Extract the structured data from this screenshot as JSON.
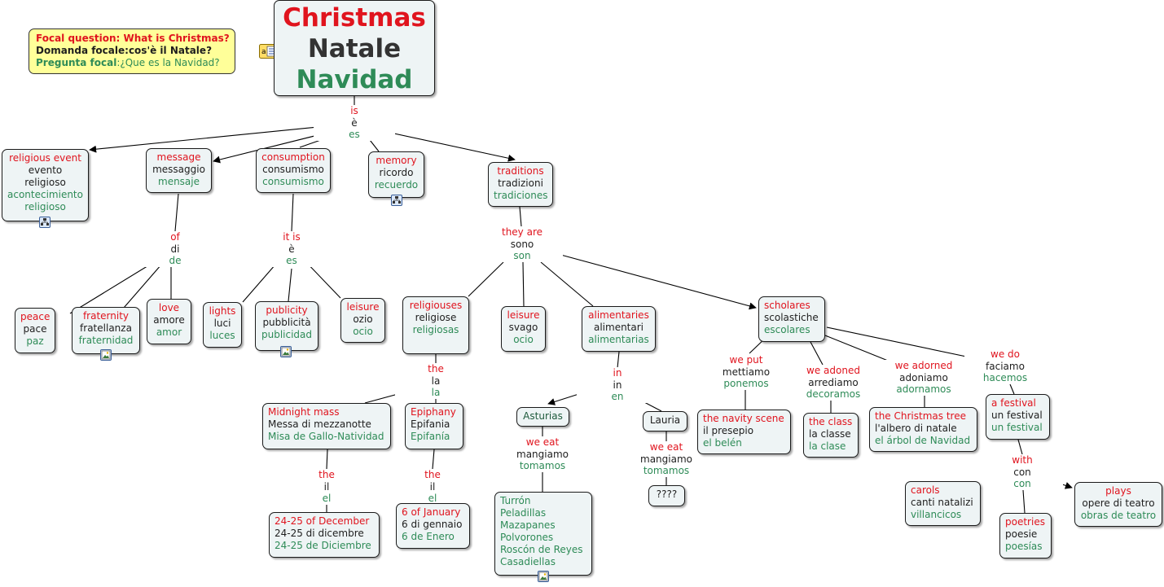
{
  "focal": {
    "en_label": "Focal question: What is Christmas?",
    "it_label": "Domanda focale:cos'è il  Natale?",
    "es_label": "Pregunta focal",
    "es_text": ":¿Que es la Navidad?"
  },
  "title": {
    "en": "Christmas",
    "it": "Natale",
    "es": "Navidad"
  },
  "nodes": {
    "religious_event": {
      "en": "religious event",
      "it1": "evento",
      "it2": "religioso",
      "es1": "acontecimiento",
      "es2": "religioso"
    },
    "message": {
      "en": "message",
      "it": "messaggio",
      "es": "mensaje"
    },
    "consumption": {
      "en": "consumption",
      "it": "consumismo",
      "es": "consumismo"
    },
    "memory": {
      "en": "memory",
      "it": "ricordo",
      "es": "recuerdo"
    },
    "traditions": {
      "en": "traditions",
      "it": "tradizioni",
      "es": "tradiciones"
    },
    "peace": {
      "en": "peace",
      "it": "pace",
      "es": "paz"
    },
    "fraternity": {
      "en": "fraternity",
      "it": "fratellanza",
      "es": "fraternidad"
    },
    "love": {
      "en": "love",
      "it": "amore",
      "es": "amor"
    },
    "lights": {
      "en": "lights",
      "it": "luci",
      "es": "luces"
    },
    "publicity": {
      "en": "publicity",
      "it": "pubblicità",
      "es": "publicidad"
    },
    "leisure1": {
      "en": "leisure",
      "it": "ozio",
      "es": "ocio"
    },
    "religiouses": {
      "en": "religiouses",
      "it": "religiose",
      "es": "religiosas"
    },
    "leisure2": {
      "en": "leisure",
      "it": "svago",
      "es": "ocio"
    },
    "alimentaries": {
      "en": "alimentaries",
      "it": "alimentari",
      "es": "alimentarias"
    },
    "scholares": {
      "en": "scholares",
      "it": "scolastiche",
      "es": "escolares"
    },
    "midnight_mass": {
      "en": "Midnight mass",
      "it": "Messa di mezzanotte",
      "es": "Misa de Gallo-Natividad"
    },
    "epiphany": {
      "en": "Epiphany",
      "it": "Epifania",
      "es": "Epifanía"
    },
    "dec": {
      "en": "24-25 of December",
      "it": "24-25 di dicembre",
      "es": "24-25 de Diciembre"
    },
    "jan": {
      "en": "6 of January",
      "it": "6 di gennaio",
      "es": "6 de Enero"
    },
    "asturias": {
      "it": "Asturias"
    },
    "lauria": {
      "it": "Lauria"
    },
    "foods": {
      "items": [
        "Turrón",
        "Peladillas",
        "Mazapanes",
        "Polvorones",
        "Roscón de Reyes",
        "Casadiellas"
      ]
    },
    "unknown": {
      "it": "????"
    },
    "navity_scene": {
      "en": "the navity scene",
      "it": "il presepio",
      "es": "el belén"
    },
    "the_class": {
      "en": "the class",
      "it": "la classe",
      "es": "la clase"
    },
    "christmas_tree": {
      "en": "the Christmas tree",
      "it": "l'albero di natale",
      "es": "el árbol de Navidad"
    },
    "festival": {
      "en": "a festival",
      "it": "un festival",
      "es": "un festival"
    },
    "carols": {
      "en": "carols",
      "it": "canti natalizi",
      "es": "villancicos"
    },
    "poetries": {
      "en": "poetries",
      "it": "poesie",
      "es": "poesías"
    },
    "plays": {
      "en": "plays",
      "it": "opere di teatro",
      "es": "obras de teatro"
    }
  },
  "links": {
    "is": {
      "en": "is",
      "it": "è",
      "es": "es"
    },
    "of": {
      "en": "of",
      "it": "di",
      "es": "de"
    },
    "it_is": {
      "en": "it is",
      "it": "è",
      "es": "es"
    },
    "they_are": {
      "en": "they are",
      "it": "sono",
      "es": "son"
    },
    "the1": {
      "en": "the",
      "it": "la",
      "es": "la"
    },
    "the2": {
      "en": "the",
      "it": "il",
      "es": "el"
    },
    "the3": {
      "en": "the",
      "it": "il",
      "es": "el"
    },
    "in": {
      "en": "in",
      "it": "in",
      "es": "en"
    },
    "we_eat1": {
      "en": "we eat",
      "it": "mangiamo",
      "es": "tomamos"
    },
    "we_eat2": {
      "en": "we eat",
      "it": "mangiamo",
      "es": "tomamos"
    },
    "we_put": {
      "en": "we put",
      "it": "mettiamo",
      "es": "ponemos"
    },
    "we_adoned": {
      "en": "we adoned",
      "it": "arrediamo",
      "es": "decoramos"
    },
    "we_adorned": {
      "en": "we adorned",
      "it": "adoniamo",
      "es": "adornamos"
    },
    "we_do": {
      "en": "we do",
      "it": "faciamo",
      "es": "hacemos"
    },
    "with": {
      "en": "with",
      "it": "con",
      "es": "con"
    }
  },
  "colors": {
    "english": "#e0141e",
    "italian": "#1e1e1e",
    "spanish": "#2e8b57",
    "focal_bg": "#ffff99",
    "node_bg": "#eef4f5"
  },
  "icons": [
    "note-icon",
    "concept-map-icon",
    "image-icon"
  ]
}
